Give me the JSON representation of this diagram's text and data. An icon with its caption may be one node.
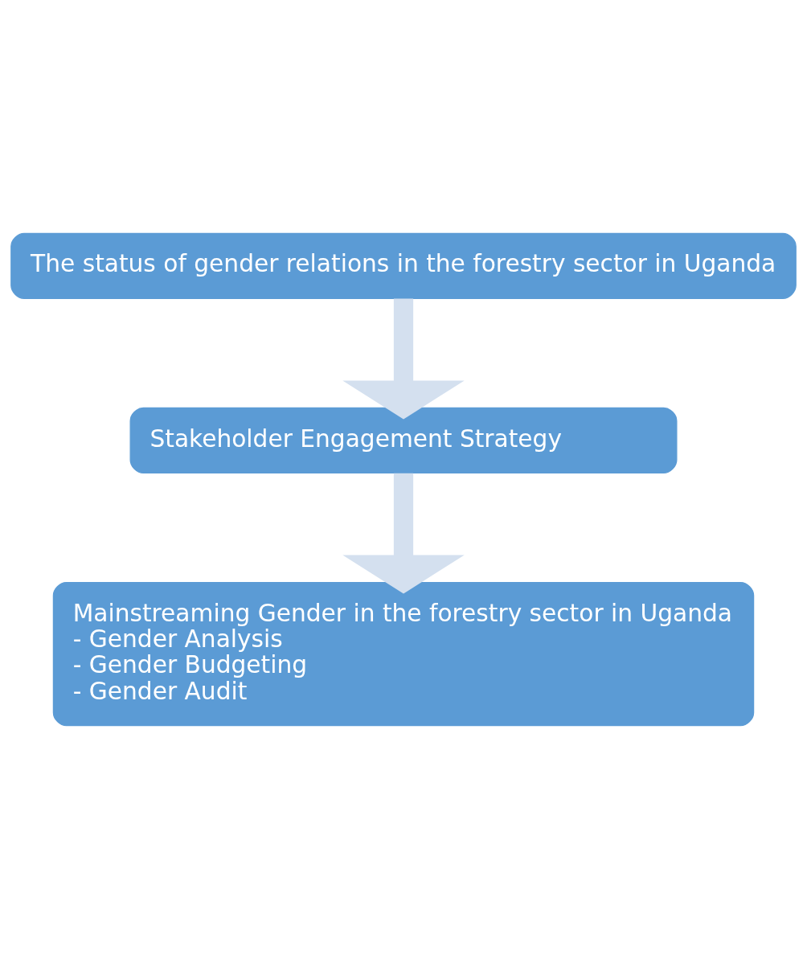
{
  "diagram": {
    "nodes": [
      {
        "text": [
          "The status of gender relations in the forestry sector in Uganda"
        ]
      },
      {
        "text": [
          "Stakeholder Engagement Strategy"
        ]
      },
      {
        "text": [
          "Mainstreaming Gender in the forestry sector in Uganda",
          "- Gender Analysis",
          "- Gender Budgeting",
          "- Gender Audit"
        ]
      }
    ],
    "edges": [
      {
        "from": 0,
        "to": 1,
        "arrow": "to"
      },
      {
        "from": 1,
        "to": 2,
        "arrow": "to"
      }
    ]
  }
}
